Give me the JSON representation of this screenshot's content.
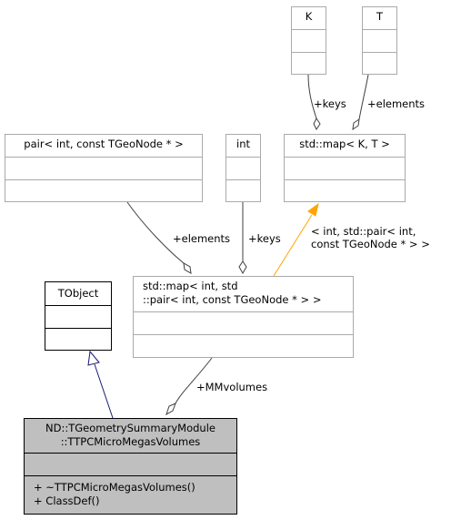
{
  "nodes": {
    "k": {
      "title": "K"
    },
    "t": {
      "title": "T"
    },
    "pair": {
      "title": "pair< int, const TGeoNode * >"
    },
    "int": {
      "title": "int"
    },
    "map_kt": {
      "title": "std::map< K, T >"
    },
    "tobject": {
      "title": "TObject"
    },
    "map_inst": {
      "title_line1": "std::map< int, std",
      "title_line2": "::pair< int, const TGeoNode * > >"
    },
    "main": {
      "title_line1": "ND::TGeometrySummaryModule",
      "title_line2": "::TTPCMicroMegasVolumes",
      "method1": "+ ~TTPCMicroMegasVolumes()",
      "method2": "+ ClassDef()"
    }
  },
  "edges": {
    "k_keys": "+keys",
    "t_elements": "+elements",
    "pair_elements": "+elements",
    "int_keys": "+keys",
    "template_line1": "< int, std::pair< int,",
    "template_line2": "const TGeoNode * > >",
    "mmvolumes": "+MMvolumes"
  },
  "colors": {
    "template_edge": "#ffa500",
    "inherit_edge": "#191970",
    "selected_node_fill": "#bfbfbf"
  }
}
